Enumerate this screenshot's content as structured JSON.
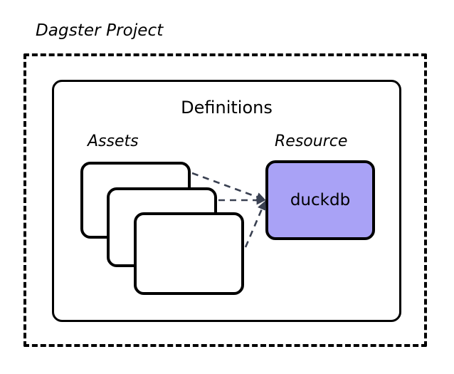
{
  "diagram": {
    "title": "Dagster Project",
    "container": {
      "label": "Definitions",
      "border_style": "solid",
      "border_color": "#000000"
    },
    "outer_border_style": "dashed",
    "outer_border_color": "#000000",
    "background_color": "#ffffff",
    "groups": [
      {
        "caption": "Assets",
        "shape": "stacked-cards",
        "card_count": 3,
        "fill_color": "#ffffff",
        "border_color": "#000000"
      },
      {
        "caption": "Resource",
        "shape": "rounded-rect",
        "items": [
          {
            "label": "duckdb",
            "fill_color": "#a9a2f6",
            "border_color": "#000000"
          }
        ]
      }
    ],
    "connectors": {
      "style": "dashed",
      "color": "#3a4152",
      "arrow_head": true,
      "count": 3,
      "from": "Assets",
      "to": "duckdb"
    }
  }
}
